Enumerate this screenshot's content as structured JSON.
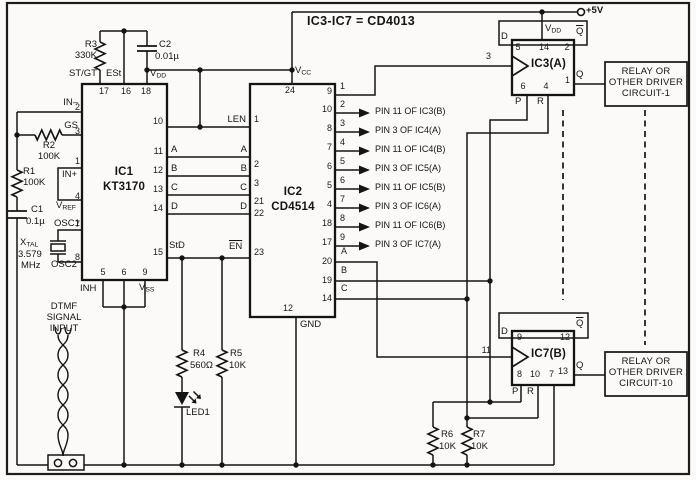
{
  "note": "IC3-IC7 = CD4013",
  "supply": "+5V",
  "ic1": {
    "name": "IC1",
    "part": "KT3170",
    "p17": "17",
    "p16": "16",
    "p18": "18",
    "p2": "2",
    "p3": "3",
    "p1": "1",
    "p4": "4",
    "p7": "7",
    "p8": "8",
    "p5": "5",
    "p6": "6",
    "p9": "9",
    "p10": "10",
    "p11": "11",
    "p12": "12",
    "p13": "13",
    "p14": "14",
    "p15": "15",
    "st_gt": "ST/GT",
    "est": "ESt",
    "v": "V",
    "vdd_sub": "DD",
    "in_minus": "IN–",
    "gs": "GS",
    "in_plus": "IN+",
    "vref_sub": "REF",
    "osc1": "OSC1",
    "osc2": "OSC2",
    "inh": "INH",
    "vss_sub": "SS",
    "std": "StD",
    "a": "A",
    "b": "B",
    "c": "C",
    "d": "D"
  },
  "ic2": {
    "name": "IC2",
    "part": "CD4514",
    "len": "LEN",
    "en": "EN",
    "a": "A",
    "b": "B",
    "c": "C",
    "d": "D",
    "v": "V",
    "vcc_sub": "CC",
    "gnd": "GND",
    "p1": "1",
    "p2": "2",
    "p3": "3",
    "p21": "21",
    "p22": "22",
    "p23": "23",
    "p24": "24",
    "p12": "12",
    "rp": [
      "9",
      "10",
      "8",
      "7",
      "6",
      "5",
      "4",
      "18",
      "17",
      "20",
      "19",
      "14"
    ],
    "out": [
      "1",
      "2",
      "3",
      "4",
      "5",
      "6",
      "7",
      "8",
      "9",
      "A",
      "B",
      "C"
    ]
  },
  "targets": [
    "PIN 11 OF IC3(B)",
    "PIN 3 OF IC4(A)",
    "PIN 11 OF IC4(B)",
    "PIN 3 OF IC5(A)",
    "PIN 11 OF IC5(B)",
    "PIN 3 OF IC6(A)",
    "PIN 11 OF IC6(B)",
    "PIN 3 OF IC7(A)"
  ],
  "ff1": {
    "name": "IC3(A)",
    "d": "D",
    "q": "Q",
    "qbar": "Q",
    "p": "P",
    "r": "R",
    "v": "V",
    "vdd_sub": "DD",
    "p5": "5",
    "p14": "14",
    "p2": "2",
    "p3": "3",
    "p6": "6",
    "p4": "4",
    "p1": "1"
  },
  "ff2": {
    "name": "IC7(B)",
    "d": "D",
    "q": "Q",
    "qbar": "Q",
    "p": "P",
    "r": "R",
    "p9": "9",
    "p12": "12",
    "p11": "11",
    "p8": "8",
    "p10": "10",
    "p7": "7",
    "p13": "13"
  },
  "relay1": [
    "RELAY OR",
    "OTHER DRIVER",
    "CIRCUIT-1"
  ],
  "relay10": [
    "RELAY OR",
    "OTHER DRIVER",
    "CIRCUIT-10"
  ],
  "parts": {
    "r1": "R1",
    "r1v": "100K",
    "r2": "R2",
    "r2v": "100K",
    "r3": "R3",
    "r3v": "330K",
    "r4": "R4",
    "r4v": "560Ω",
    "r5": "R5",
    "r5v": "10K",
    "r6": "R6",
    "r6v": "10K",
    "r7": "R7",
    "r7v": "10K",
    "c1": "C1",
    "c1v": "0.1µ",
    "c2": "C2",
    "c2v": "0.01µ",
    "x": "X",
    "x_sub": "TAL",
    "xf": "3.579",
    "xu": "MHz",
    "led": "LED1"
  },
  "input": [
    "DTMF",
    "SIGNAL",
    "INPUT"
  ],
  "colors": {
    "ink": "#141414",
    "bg": "#fbfaf8"
  }
}
